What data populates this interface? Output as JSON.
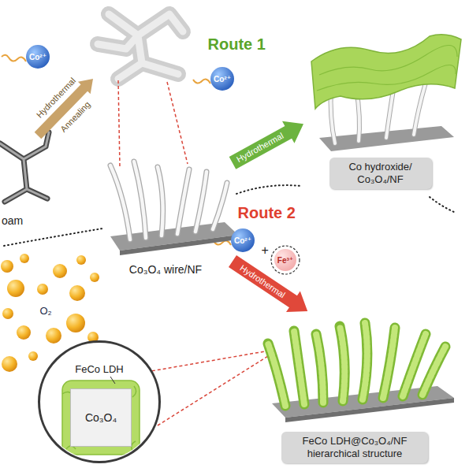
{
  "diagram": {
    "nodes": [
      {
        "text": [
          "oam"
        ]
      },
      {
        "text": [
          "Co₃O₄ wire/NF"
        ]
      },
      {
        "text": [
          "Co hydroxide/ Co₃O₄/NF"
        ]
      },
      {
        "text": [
          "FeCo LDH"
        ]
      },
      {
        "text": [
          "Co₃O₄"
        ],
        "in": 3
      },
      {
        "text": [
          "FeCo LDH@Co₃O₄/NF hierarchical structure"
        ]
      }
    ],
    "edges": [
      {
        "from": 1,
        "to": 2,
        "arrow": "to",
        "label": "Hydrothermal"
      },
      {
        "from": 1,
        "to": 5,
        "arrow": "to",
        "label": "Hydrothermal"
      }
    ],
    "labels": [
      "Co²⁺",
      "Hydrothermal",
      "Annealing",
      "Route 1",
      "Co²⁺",
      "Route 2",
      "Co²⁺",
      "+",
      "Fe³⁺",
      "O₂"
    ]
  }
}
